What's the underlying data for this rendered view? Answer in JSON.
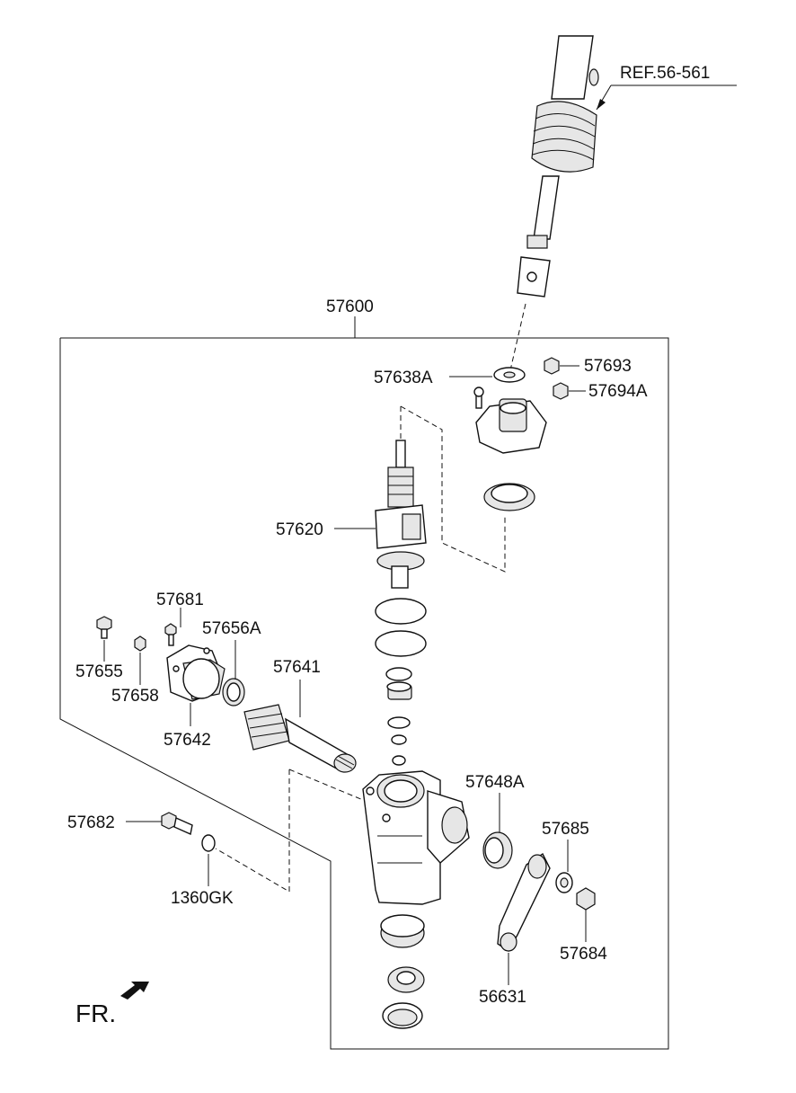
{
  "diagram": {
    "ref_label": "REF.56-561",
    "direction_label": "FR.",
    "parts": [
      {
        "id": "assembly",
        "code": "57600"
      },
      {
        "id": "washer-top",
        "code": "57638A"
      },
      {
        "id": "nut-1",
        "code": "57693"
      },
      {
        "id": "nut-2",
        "code": "57694A"
      },
      {
        "id": "worm-shaft",
        "code": "57620"
      },
      {
        "id": "bolt-small",
        "code": "57681"
      },
      {
        "id": "seal",
        "code": "57656A"
      },
      {
        "id": "bolt-left",
        "code": "57655"
      },
      {
        "id": "nut-small",
        "code": "57658"
      },
      {
        "id": "sector-shaft",
        "code": "57641"
      },
      {
        "id": "side-cover",
        "code": "57642"
      },
      {
        "id": "bearing-seal",
        "code": "57648A"
      },
      {
        "id": "washer-right",
        "code": "57685"
      },
      {
        "id": "bolt-mount",
        "code": "57682"
      },
      {
        "id": "washer-mount",
        "code": "1360GK"
      },
      {
        "id": "nut-right",
        "code": "57684"
      },
      {
        "id": "pitman-arm",
        "code": "56631"
      }
    ]
  }
}
